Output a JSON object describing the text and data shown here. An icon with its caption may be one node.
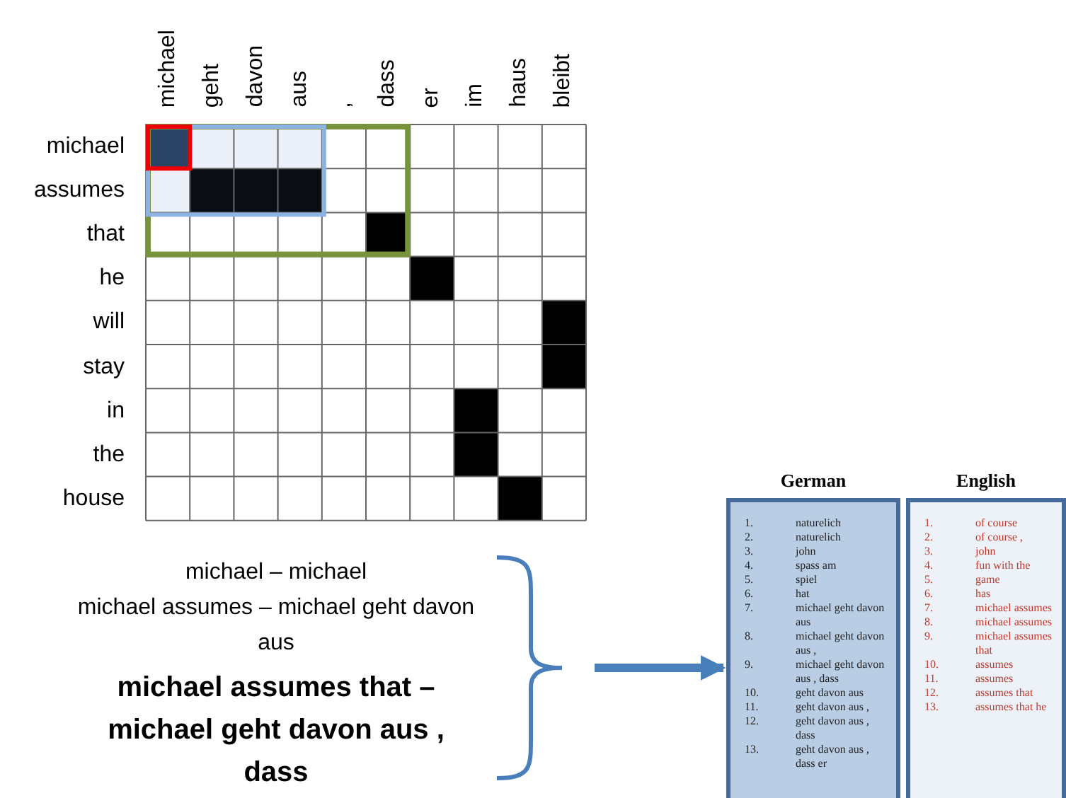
{
  "diagram": {
    "nodes": [
      {
        "text": [
          "michael – michael",
          "michael assumes – michael geht davon aus",
          "michael assumes that – michael geht davon aus , dass"
        ]
      },
      {
        "text": [
          "German",
          "1.",
          "naturelich",
          "2.",
          "naturelich",
          "3.",
          "john",
          "4.",
          "spass am",
          "5.",
          "spiel",
          "6.",
          "hat",
          "7.",
          "michael geht davon aus",
          "8.",
          "michael geht davon aus ,",
          "9.",
          "michael geht davon aus , dass",
          "10.",
          "geht davon aus",
          "11.",
          "geht davon aus ,",
          "12.",
          "geht davon aus , dass",
          "13.",
          "geht davon aus , dass er"
        ]
      },
      {
        "text": [
          "English",
          "1.",
          "of course",
          "2.",
          "of course ,",
          "3.",
          "john",
          "4.",
          "fun with the",
          "5.",
          "game",
          "6.",
          "has",
          "7.",
          "michael assumes",
          "8.",
          "michael assumes",
          "9.",
          "michael assumes that",
          "10.",
          "assumes",
          "11.",
          "assumes",
          "12.",
          "assumes that",
          "13.",
          "assumes that he"
        ]
      }
    ],
    "edges": [
      {
        "from": 0,
        "to": 1,
        "arrow": "to"
      }
    ],
    "labels": [
      "michael",
      "geht",
      "davon",
      "aus",
      ",",
      "dass",
      "er",
      "im",
      "haus",
      "bleibt",
      "michael",
      "assumes",
      "that",
      "he",
      "will",
      "stay",
      "in",
      "the",
      "house"
    ]
  }
}
